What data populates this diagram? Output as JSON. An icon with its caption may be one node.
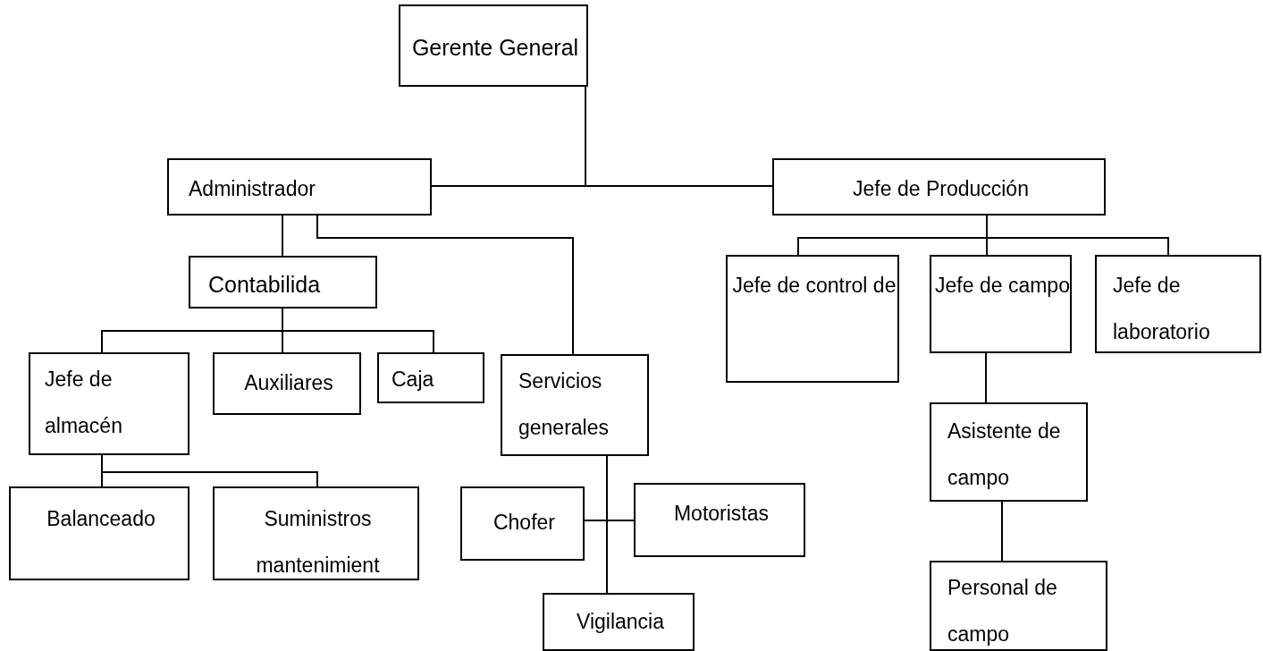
{
  "diagram": {
    "nodes": [
      {
        "text": [
          "Gerente General"
        ]
      },
      {
        "text": [
          "Administrador"
        ]
      },
      {
        "text": [
          "Jefe de Producción"
        ]
      },
      {
        "text": [
          "Contabilida"
        ]
      },
      {
        "text": [
          "Jefe de almacén"
        ]
      },
      {
        "text": [
          "Auxiliares"
        ]
      },
      {
        "text": [
          "Caja"
        ]
      },
      {
        "text": [
          "Servicios generales"
        ]
      },
      {
        "text": [
          "Jefe de control de"
        ]
      },
      {
        "text": [
          "Jefe de campo"
        ]
      },
      {
        "text": [
          "Jefe de laboratorio"
        ]
      },
      {
        "text": [
          "Balanceado"
        ]
      },
      {
        "text": [
          "Suministros mantenimient"
        ]
      },
      {
        "text": [
          "Chofer"
        ]
      },
      {
        "text": [
          "Motoristas"
        ]
      },
      {
        "text": [
          "Vigilancia"
        ]
      },
      {
        "text": [
          "Asistente de campo"
        ]
      },
      {
        "text": [
          "Personal de campo"
        ]
      }
    ],
    "edges": [
      {
        "from": 0,
        "to": 1,
        "arrow": "none"
      },
      {
        "from": 0,
        "to": 2,
        "arrow": "none"
      },
      {
        "from": 1,
        "to": 3,
        "arrow": "none"
      },
      {
        "from": 1,
        "to": 7,
        "arrow": "none"
      },
      {
        "from": 3,
        "to": 4,
        "arrow": "none"
      },
      {
        "from": 3,
        "to": 5,
        "arrow": "none"
      },
      {
        "from": 3,
        "to": 6,
        "arrow": "none"
      },
      {
        "from": 2,
        "to": 8,
        "arrow": "none"
      },
      {
        "from": 2,
        "to": 9,
        "arrow": "none"
      },
      {
        "from": 2,
        "to": 10,
        "arrow": "none"
      },
      {
        "from": 4,
        "to": 11,
        "arrow": "none"
      },
      {
        "from": 4,
        "to": 12,
        "arrow": "none"
      },
      {
        "from": 7,
        "to": 13,
        "arrow": "none"
      },
      {
        "from": 7,
        "to": 14,
        "arrow": "none"
      },
      {
        "from": 7,
        "to": 15,
        "arrow": "none"
      },
      {
        "from": 9,
        "to": 16,
        "arrow": "none"
      },
      {
        "from": 16,
        "to": 17,
        "arrow": "none"
      }
    ]
  }
}
